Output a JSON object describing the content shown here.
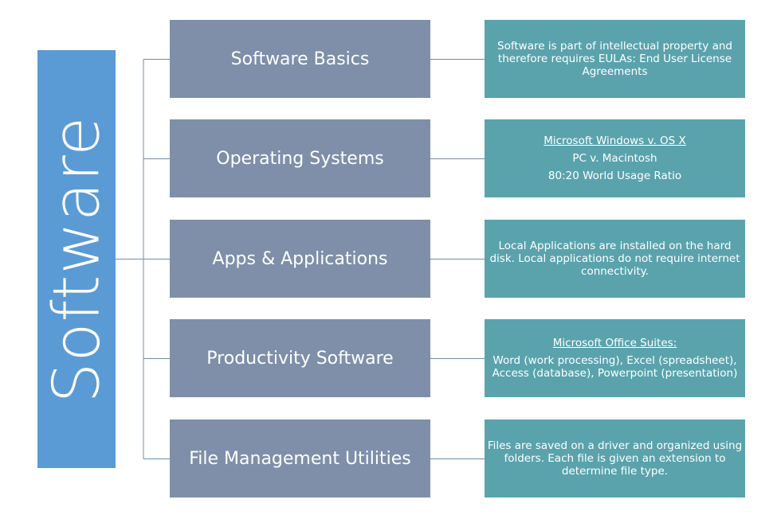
{
  "root": {
    "label": "Software"
  },
  "colors": {
    "root": "#5b9bd5",
    "category": "#7f8fa9",
    "detail": "#5aa3ad",
    "connector": "#6f8fa8"
  },
  "categories": [
    {
      "label": "Software Basics",
      "detail": {
        "line1": "Software is part of intellectual property and therefore requires EULAs: End User License Agreements"
      }
    },
    {
      "label": "Operating Systems",
      "detail": {
        "heading": "Microsoft Windows v. OS X",
        "line1": "PC v. Macintosh",
        "line2": "80:20 World Usage Ratio"
      }
    },
    {
      "label": "Apps & Applications",
      "detail": {
        "line1": "Local Applications are installed on the hard disk. Local applications do not require internet connectivity."
      }
    },
    {
      "label": "Productivity Software",
      "detail": {
        "heading": "Microsoft Office Suites:",
        "line1": "Word (work processing), Excel (spreadsheet), Access (database), Powerpoint (presentation)"
      }
    },
    {
      "label": "File Management Utilities",
      "detail": {
        "line1": "Files are saved on a driver and organized using folders.  Each file is given an extension to determine file type."
      }
    }
  ]
}
